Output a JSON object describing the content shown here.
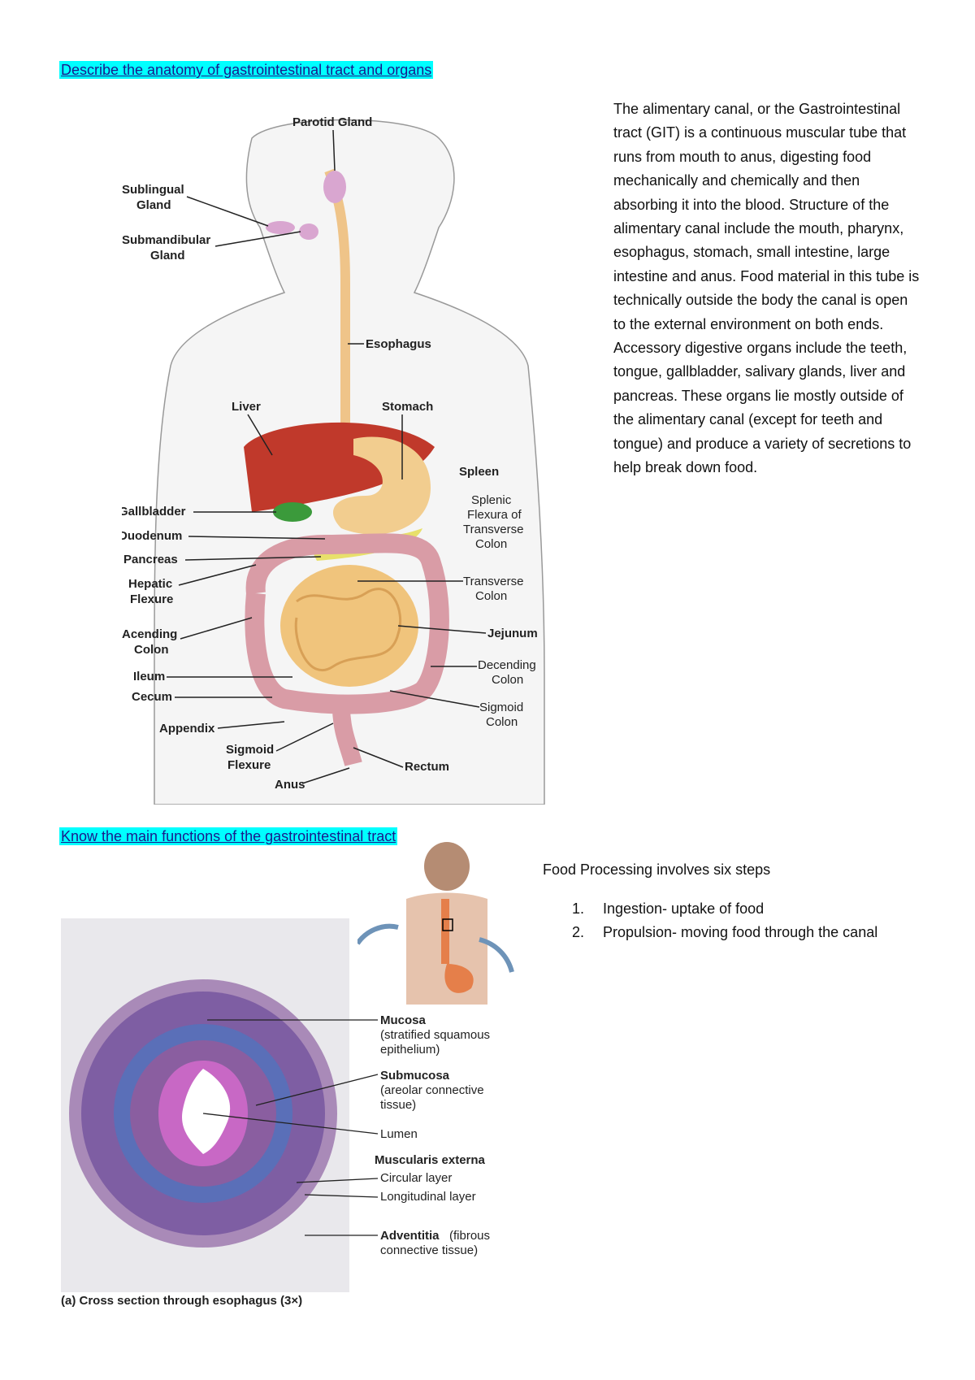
{
  "section1": {
    "heading": "Describe the anatomy of gastrointestinal tract and organs",
    "paragraph": "The alimentary canal, or the Gastrointestinal tract (GIT) is a continuous muscular tube that runs from mouth to anus, digesting food mechanically and chemically and then absorbing it into the blood. Structure of the alimentary canal include the mouth, pharynx, esophagus, stomach, small intestine, large intestine and anus. Food material in this tube is technically outside the body the canal is open to the external environment on both ends. Accessory digestive organs include the teeth, tongue, gallbladder, salivary glands, liver and pancreas. These organs lie mostly outside of the alimentary canal (except for teeth and tongue) and produce a variety of secretions to help break down food."
  },
  "diagram1": {
    "labels": {
      "parotid": "Parotid Gland",
      "sublingual_1": "Sublingual",
      "sublingual_2": "Gland",
      "submandibular_1": "Submandibular",
      "submandibular_2": "Gland",
      "esophagus": "Esophagus",
      "liver": "Liver",
      "stomach": "Stomach",
      "spleen": "Spleen",
      "splenic_1": "Splenic",
      "splenic_2": "Flexura of",
      "splenic_3": "Transverse",
      "splenic_4": "Colon",
      "gallbladder": "Gallbladder",
      "duodenum": "Duodenum",
      "pancreas": "Pancreas",
      "hepatic_1": "Hepatic",
      "hepatic_2": "Flexure",
      "transverse_1": "Transverse",
      "transverse_2": "Colon",
      "ascending_1": "Acending",
      "ascending_2": "Colon",
      "jejunum": "Jejunum",
      "ileum": "Ileum",
      "cecum": "Cecum",
      "descending_1": "Decending",
      "descending_2": "Colon",
      "appendix": "Appendix",
      "sigmoid_colon_1": "Sigmoid",
      "sigmoid_colon_2": "Colon",
      "sigmoid_flex_1": "Sigmoid",
      "sigmoid_flex_2": "Flexure",
      "rectum": "Rectum",
      "anus": "Anus"
    }
  },
  "section2": {
    "heading": "Know the main functions of the gastrointestinal tract",
    "intro": "Food Processing involves six steps",
    "steps": [
      {
        "num": "1.",
        "text": "Ingestion- uptake of food"
      },
      {
        "num": "2.",
        "text": "Propulsion- moving food through the canal"
      }
    ]
  },
  "diagram2": {
    "labels": {
      "mucosa": "Mucosa",
      "mucosa_sub_1": "(stratified squamous",
      "mucosa_sub_2": "epithelium)",
      "submucosa": "Submucosa",
      "submucosa_sub_1": "(areolar connective",
      "submucosa_sub_2": "tissue)",
      "lumen": "Lumen",
      "muscularis": "Muscularis externa",
      "circular": "Circular layer",
      "longitudinal": "Longitudinal layer",
      "adventitia": "Adventitia",
      "adventitia_sub_1": "(fibrous",
      "adventitia_sub_2": "connective tissue)"
    },
    "caption": "(a) Cross section through esophagus (3×)"
  }
}
